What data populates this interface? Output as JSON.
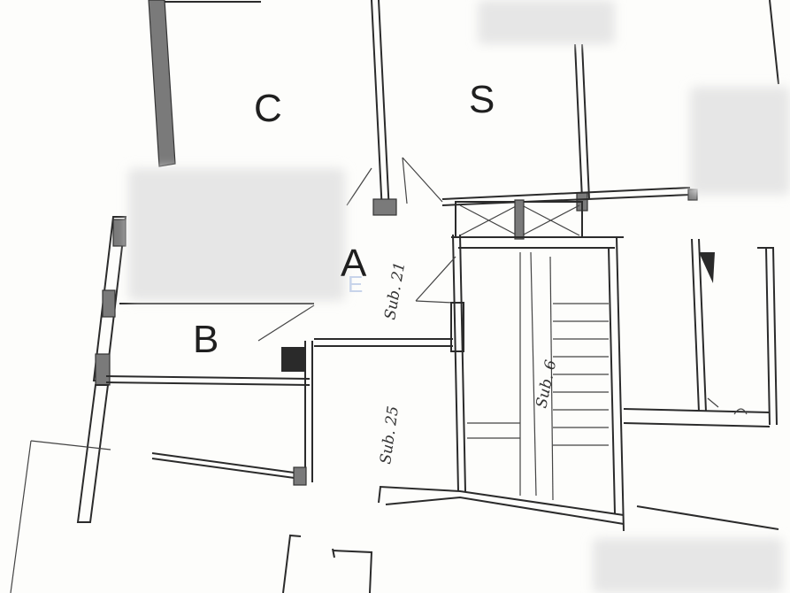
{
  "rooms": {
    "c": "C",
    "s": "S",
    "a": "A",
    "b": "B"
  },
  "annotations": {
    "sub21": "Sub. 21",
    "sub25": "Sub. 25",
    "sub6": "Sub. 6"
  }
}
